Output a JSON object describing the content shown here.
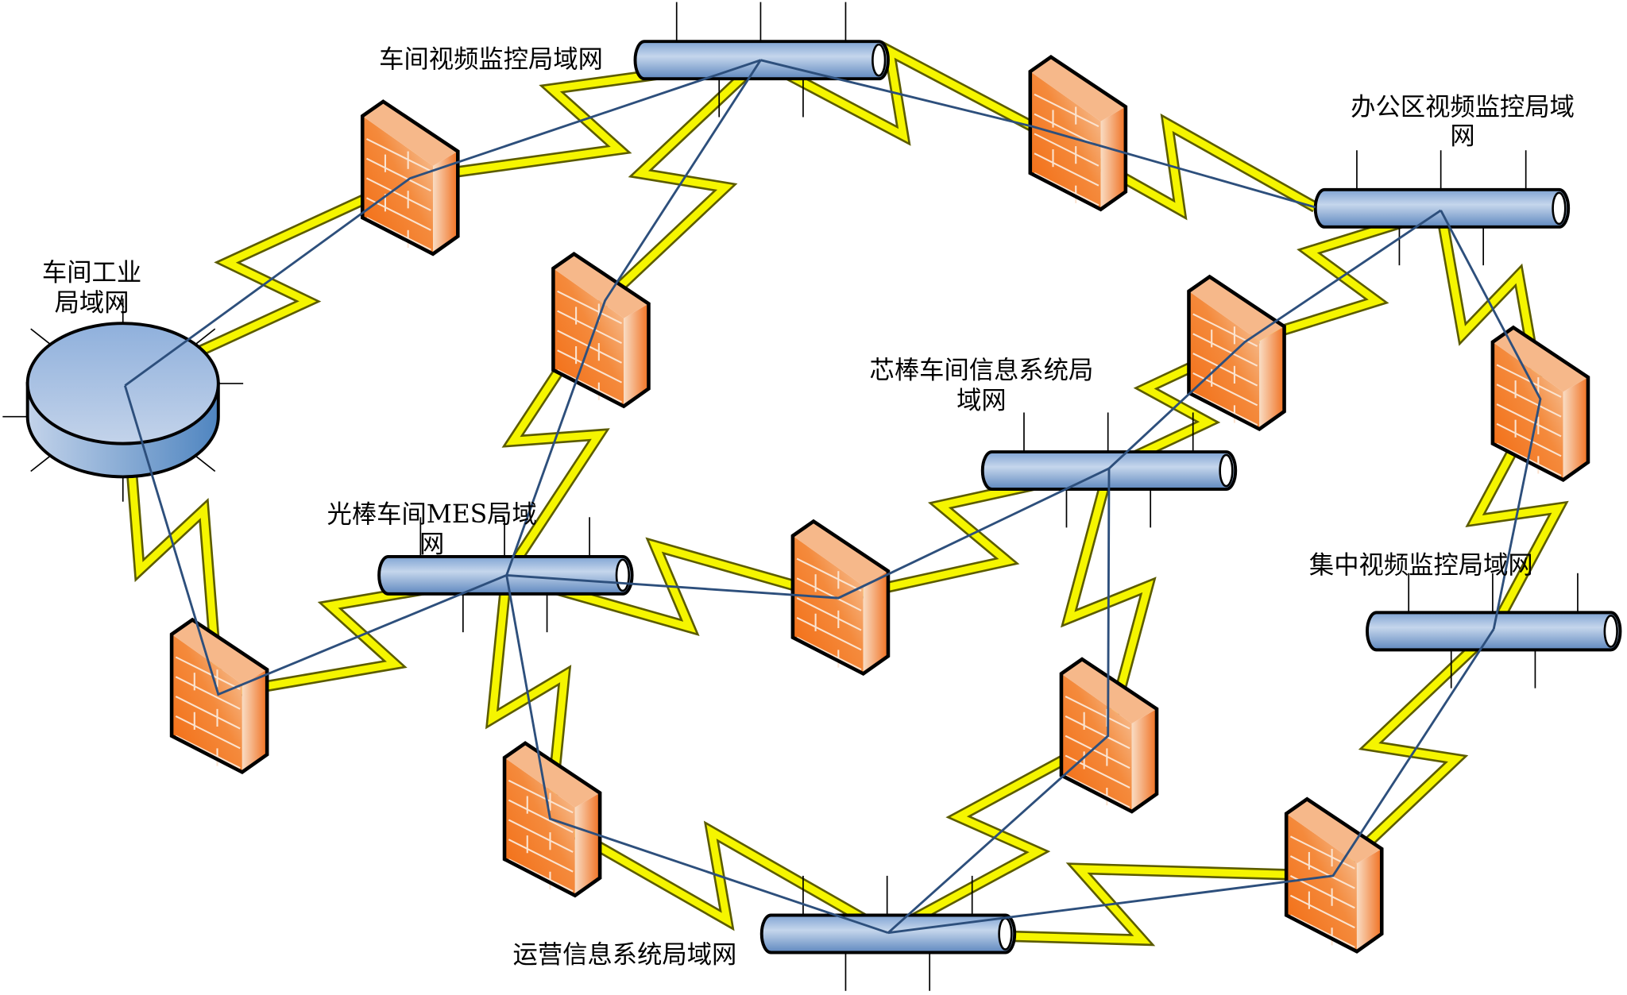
{
  "networks": {
    "workshop_industrial": {
      "line1": "车间工业",
      "line2": "局域网"
    },
    "workshop_video": {
      "label": "车间视频监控局域网"
    },
    "office_video": {
      "line1": "办公区视频监控局域",
      "line2": "网"
    },
    "core_rod_info": {
      "line1": "芯棒车间信息系统局",
      "line2": "域网"
    },
    "optical_rod_mes": {
      "line1": "光棒车间MES局域",
      "line2": "网"
    },
    "central_video": {
      "label": "集中视频监控局域网"
    },
    "operations_info": {
      "label": "运营信息系统局域网"
    }
  },
  "icons": {
    "firewall": "firewall-icon",
    "network_segment": "network-bus-icon",
    "ring_network": "ring-network-icon",
    "link": "lightning-link-icon"
  },
  "colors": {
    "firewall": "#f47a20",
    "pipe": "#8eb0d8",
    "link": "#f5f500",
    "link_line": "#2d4f7c"
  }
}
